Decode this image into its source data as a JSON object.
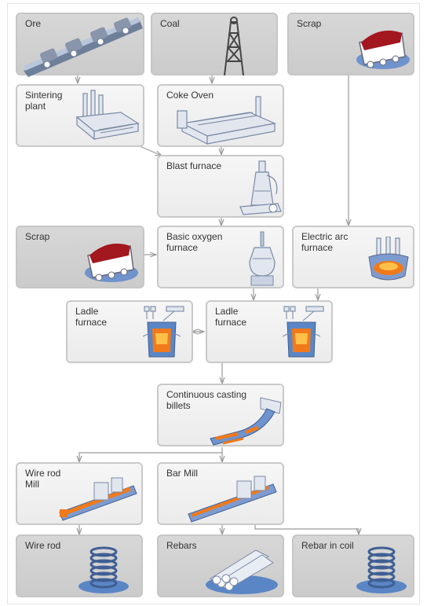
{
  "nodes": {
    "ore": "Ore",
    "coal": "Coal",
    "scrap_top": "Scrap",
    "sintering": "Sintering\nplant",
    "coke_oven": "Coke Oven",
    "blast_furnace": "Blast furnace",
    "scrap_mid": "Scrap",
    "bof": "Basic oxygen\nfurnace",
    "eaf": "Electric arc\nfurnace",
    "ladle_left": "Ladle\nfurnace",
    "ladle_right": "Ladle\nfurnace",
    "casting": "Continuous casting\nbillets",
    "wire_rod_mill": "Wire rod\nMill",
    "bar_mill": "Bar Mill",
    "wire_rod": "Wire rod",
    "rebars": "Rebars",
    "rebar_coil": "Rebar in coil"
  },
  "colors": {
    "arrow": "#9a9a9a",
    "steel_blue": "#5b86c5",
    "molten": "#f07a1a",
    "scrap_red": "#a3171f"
  }
}
